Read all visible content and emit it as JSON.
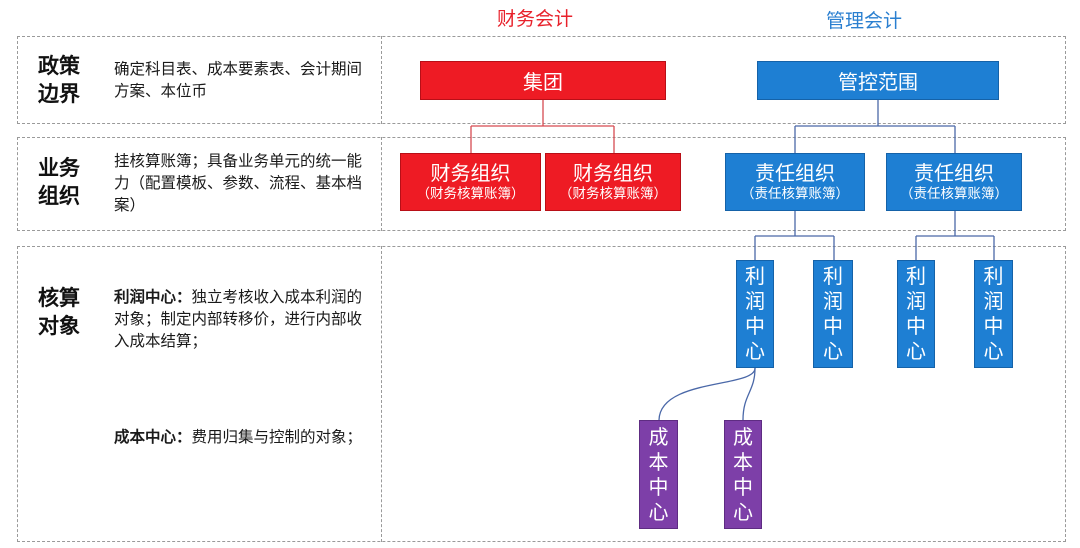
{
  "headers": {
    "finance": "财务会计",
    "management": "管理会计"
  },
  "rows": [
    {
      "title_line1": "政策",
      "title_line2": "边界",
      "desc": "确定科目表、成本要素表、会计期间方案、本位币"
    },
    {
      "title_line1": "业务",
      "title_line2": "组织",
      "desc": "挂核算账簿；具备业务单元的统一能力（配置模板、参数、流程、基本档案）"
    },
    {
      "title_line1": "核算",
      "title_line2": "对象",
      "profit_label": "利润中心：",
      "profit_desc": "独立考核收入成本利润的对象；制定内部转移价，进行内部收入成本结算；",
      "cost_label": "成本中心：",
      "cost_desc": "费用归集与控制的对象；"
    }
  ],
  "nodes": {
    "group": "集团",
    "control_scope": "管控范围",
    "fin_org_1": {
      "main": "财务组织",
      "sub": "（财务核算账簿）"
    },
    "fin_org_2": {
      "main": "财务组织",
      "sub": "（财务核算账簿）"
    },
    "resp_org_1": {
      "main": "责任组织",
      "sub": "（责任核算账簿）"
    },
    "resp_org_2": {
      "main": "责任组织",
      "sub": "（责任核算账簿）"
    },
    "profit_center": "利润中心",
    "cost_center": "成本中心"
  },
  "colors": {
    "finance": "#ee1b24",
    "management": "#1e7fd3",
    "cost_center": "#7d3fa8"
  }
}
